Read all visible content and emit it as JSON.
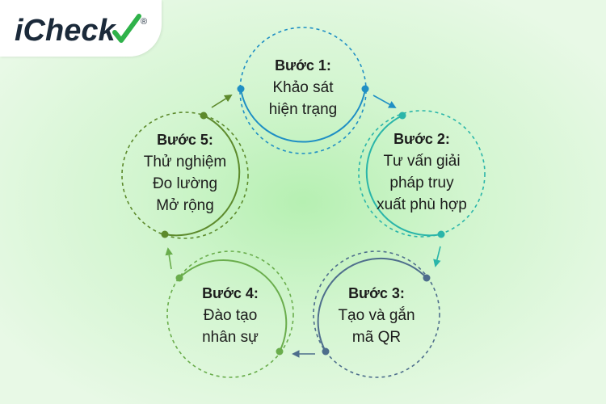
{
  "logo": {
    "text": "iCheck",
    "mark": "®",
    "check_color": "#2fb24a",
    "text_color": "#1b2a3a"
  },
  "colors": {
    "step1": "#1f8fc4",
    "step2": "#2ab5a9",
    "step3": "#4e6e8c",
    "step4": "#6aad4c",
    "step5": "#5d8a2c"
  },
  "steps": [
    {
      "title": "Bước 1:",
      "lines": [
        "Khảo sát",
        "hiện trạng"
      ]
    },
    {
      "title": "Bước 2:",
      "lines": [
        "Tư vấn giải",
        "pháp truy",
        "xuất phù hợp"
      ]
    },
    {
      "title": "Bước 3:",
      "lines": [
        "Tạo và gắn",
        "mã QR"
      ]
    },
    {
      "title": "Bước 4:",
      "lines": [
        "Đào tạo",
        "nhân sự"
      ]
    },
    {
      "title": "Bước 5:",
      "lines": [
        "Thử nghiệm",
        "Đo lường",
        "Mở rộng"
      ]
    }
  ]
}
